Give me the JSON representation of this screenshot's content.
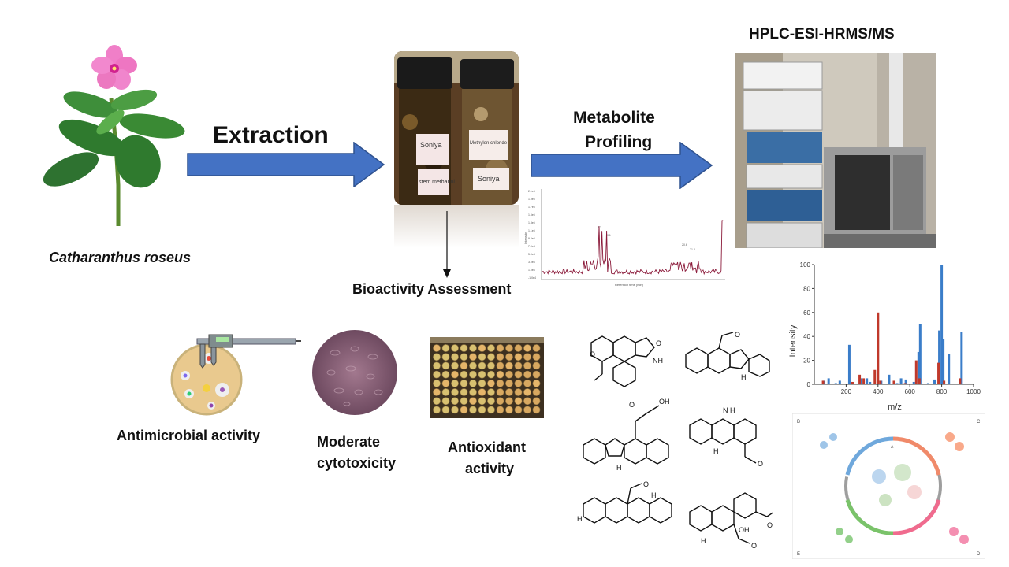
{
  "colors": {
    "arrow": "#4472C4",
    "arrow_dark": "#2F528F",
    "bar_blue": "#3A7DC9",
    "bar_red": "#C0392B",
    "chrom_line": "#8B1A3A"
  },
  "plant": {
    "caption": "Catharanthus roseus"
  },
  "steps": {
    "extraction": "Extraction",
    "metabolite_line1": "Metabolite",
    "metabolite_line2": "Profiling",
    "instrument": "HPLC-ESI-HRMS/MS",
    "bioactivity": "Bioactivity Assessment"
  },
  "vials": {
    "label_left_1": "Soniya",
    "label_left_2": "stem methanol",
    "label_right_1": "Methylen chloride",
    "label_right_2": "Soniya"
  },
  "activities": {
    "antimicrobial": "Antimicrobial activity",
    "cytotoxicity_line1": "Moderate",
    "cytotoxicity_line2": "cytotoxicity",
    "antioxidant_line1": "Antioxidant",
    "antioxidant_line2": "activity"
  },
  "chart_data": {
    "type": "bar",
    "xlabel": "m/z",
    "ylabel": "Intensity",
    "xlim": [
      0,
      1000
    ],
    "ylim": [
      0,
      100
    ],
    "xticks": [
      200,
      400,
      600,
      800,
      1000
    ],
    "yticks": [
      0,
      20,
      40,
      60,
      80,
      100
    ],
    "series": [
      {
        "color": "blue",
        "points": [
          [
            60,
            3
          ],
          [
            90,
            5
          ],
          [
            135,
            1
          ],
          [
            160,
            3
          ],
          [
            220,
            33
          ],
          [
            290,
            5
          ],
          [
            330,
            5
          ],
          [
            350,
            2
          ],
          [
            420,
            3
          ],
          [
            470,
            8
          ],
          [
            520,
            1
          ],
          [
            545,
            5
          ],
          [
            575,
            4
          ],
          [
            625,
            2
          ],
          [
            655,
            27
          ],
          [
            665,
            50
          ],
          [
            715,
            1
          ],
          [
            755,
            4
          ],
          [
            785,
            45
          ],
          [
            800,
            100
          ],
          [
            810,
            38
          ],
          [
            845,
            25
          ],
          [
            925,
            44
          ]
        ]
      },
      {
        "color": "red",
        "points": [
          [
            55,
            3
          ],
          [
            240,
            2
          ],
          [
            285,
            8
          ],
          [
            310,
            5
          ],
          [
            380,
            12
          ],
          [
            400,
            60
          ],
          [
            415,
            3
          ],
          [
            500,
            3
          ],
          [
            570,
            1
          ],
          [
            640,
            20
          ],
          [
            660,
            5
          ],
          [
            780,
            18
          ],
          [
            815,
            3
          ],
          [
            915,
            5
          ]
        ]
      }
    ]
  },
  "chromatogram": {
    "ylabel": "Intensity",
    "xlabel": "Retention time (min)",
    "yticks": [
      "2.1e5",
      "1.9e5",
      "1.7e5",
      "1.5e5",
      "1.3e5",
      "1.1e5",
      "9.0e4",
      "7.0e4",
      "5.0e4",
      "3.0e4",
      "1.0e4",
      "-1.0e4"
    ],
    "peak_labels": [
      "8.2",
      "9.1",
      "20.6",
      "21.4"
    ]
  },
  "network_panels": [
    "B",
    "C",
    "A",
    "E",
    "D"
  ]
}
